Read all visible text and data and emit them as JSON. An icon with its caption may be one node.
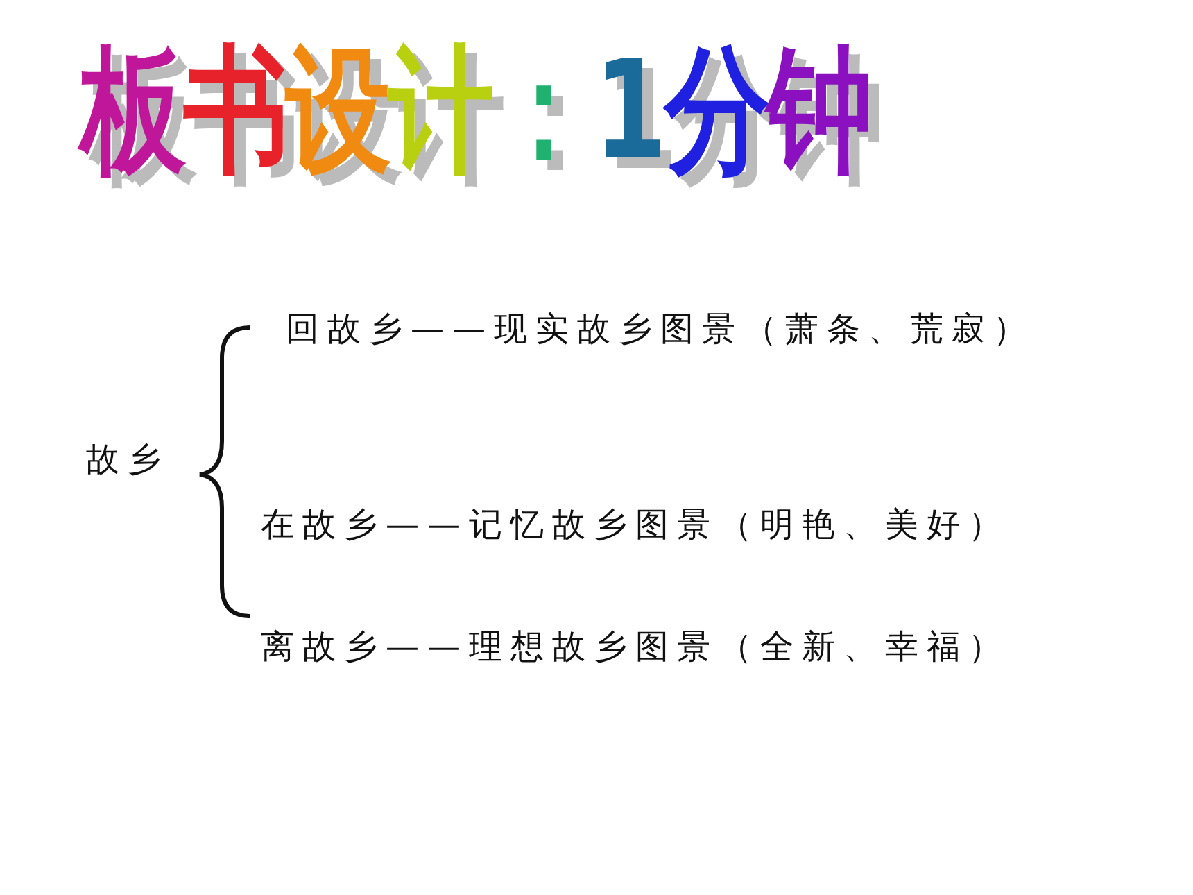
{
  "diagram": {
    "title": "板书设计：1分钟",
    "labels": [
      "故乡",
      "回故乡——现实故乡图景（萧条、荒寂）",
      "在故乡——记忆故乡图景（明艳、美好）",
      "离故乡——理想故乡图景（全新、幸福）"
    ]
  }
}
